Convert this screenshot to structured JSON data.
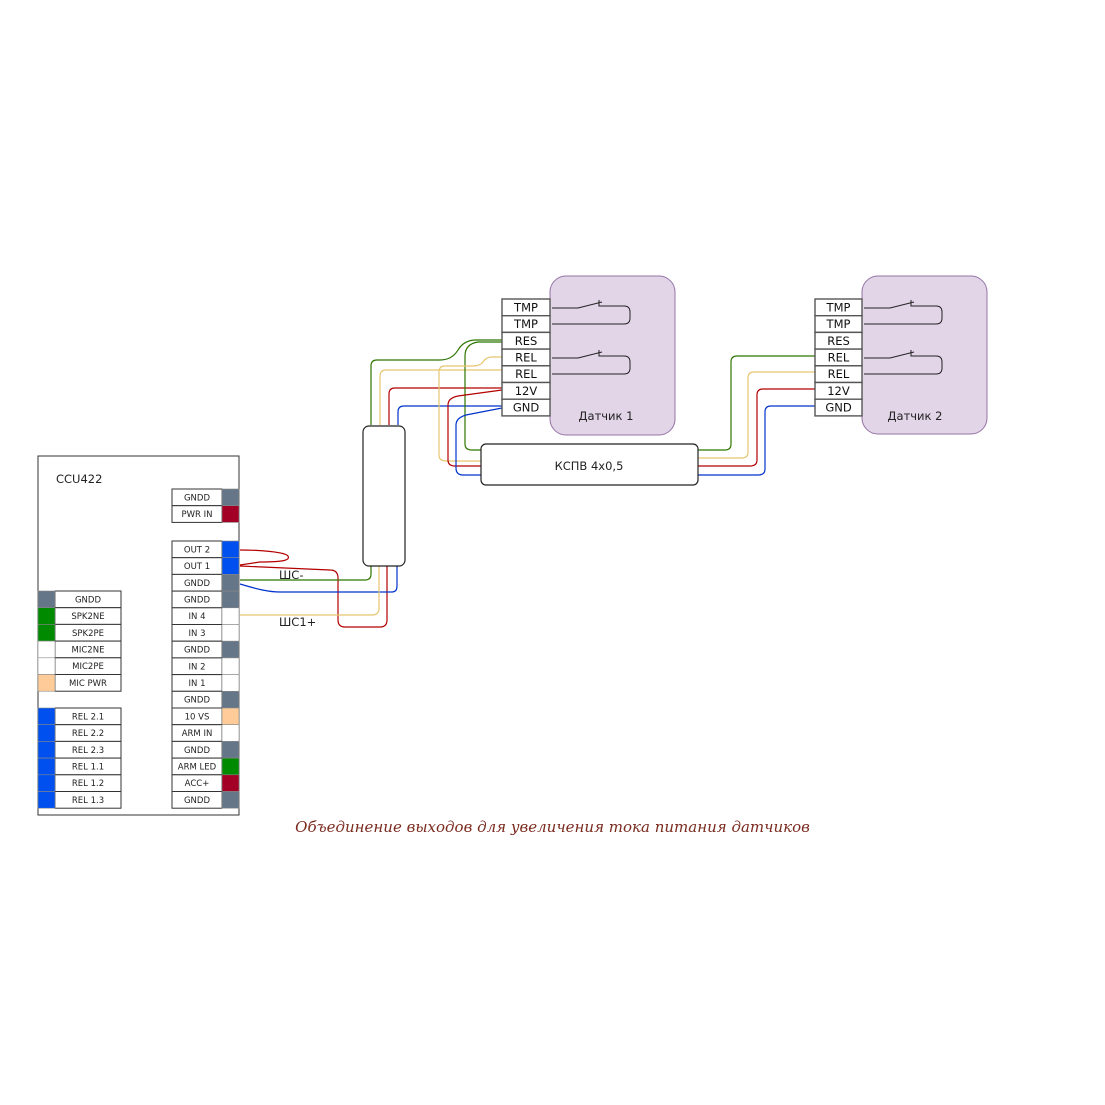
{
  "colors": {
    "gnd": "#647687",
    "green": "#008a00",
    "red": "#a20025",
    "blue": "#0050ef",
    "peach": "#ffcc99",
    "white": "#ffffff",
    "sensor_fill": "#e1d5e7",
    "sensor_stroke": "#9673a6",
    "wire_green": "#2d7600",
    "wire_yellow": "#e6c56e",
    "wire_red": "#b30000",
    "wire_blue": "#0033cc"
  },
  "controller": {
    "title": "CCU422",
    "power_pins": [
      {
        "label": "GNDD",
        "color": "gnd"
      },
      {
        "label": "PWR IN",
        "color": "red"
      }
    ],
    "right_pins": [
      {
        "label": "OUT 2",
        "color": "blue"
      },
      {
        "label": "OUT 1",
        "color": "blue"
      },
      {
        "label": "GNDD",
        "color": "gnd"
      },
      {
        "label": "GNDD",
        "color": "gnd"
      },
      {
        "label": "IN 4",
        "color": "white"
      },
      {
        "label": "IN 3",
        "color": "white"
      },
      {
        "label": "GNDD",
        "color": "gnd"
      },
      {
        "label": "IN 2",
        "color": "white"
      },
      {
        "label": "IN 1",
        "color": "white"
      },
      {
        "label": "GNDD",
        "color": "gnd"
      },
      {
        "label": "10 VS",
        "color": "peach"
      },
      {
        "label": "ARM IN",
        "color": "white"
      },
      {
        "label": "GNDD",
        "color": "gnd"
      },
      {
        "label": "ARM LED",
        "color": "green"
      },
      {
        "label": "ACC+",
        "color": "red"
      },
      {
        "label": "GNDD",
        "color": "gnd"
      }
    ],
    "left_pins_top": [
      {
        "label": "GNDD",
        "color": "gnd"
      },
      {
        "label": "SPK2NE",
        "color": "green"
      },
      {
        "label": "SPK2PE",
        "color": "green"
      },
      {
        "label": "MIC2NE",
        "color": "white"
      },
      {
        "label": "MIC2PE",
        "color": "white"
      },
      {
        "label": "MIC PWR",
        "color": "peach"
      }
    ],
    "left_pins_bottom": [
      {
        "label": "REL 2.1",
        "color": "blue"
      },
      {
        "label": "REL 2.2",
        "color": "blue"
      },
      {
        "label": "REL 2.3",
        "color": "blue"
      },
      {
        "label": "REL 1.1",
        "color": "blue"
      },
      {
        "label": "REL 1.2",
        "color": "blue"
      },
      {
        "label": "REL 1.3",
        "color": "blue"
      }
    ]
  },
  "wire_labels": {
    "shs_minus": "ШС-",
    "shs1_plus": "ШС1+"
  },
  "sensor1": {
    "name": "Датчик 1",
    "terminals": [
      "TMP",
      "TMP",
      "RES",
      "REL",
      "REL",
      "12V",
      "GND"
    ]
  },
  "sensor2": {
    "name": "Датчик 2",
    "terminals": [
      "TMP",
      "TMP",
      "RES",
      "REL",
      "REL",
      "12V",
      "GND"
    ]
  },
  "cable": {
    "label": "КСПВ 4x0,5"
  },
  "caption": "Объединение выходов для увеличения тока питания датчиков"
}
